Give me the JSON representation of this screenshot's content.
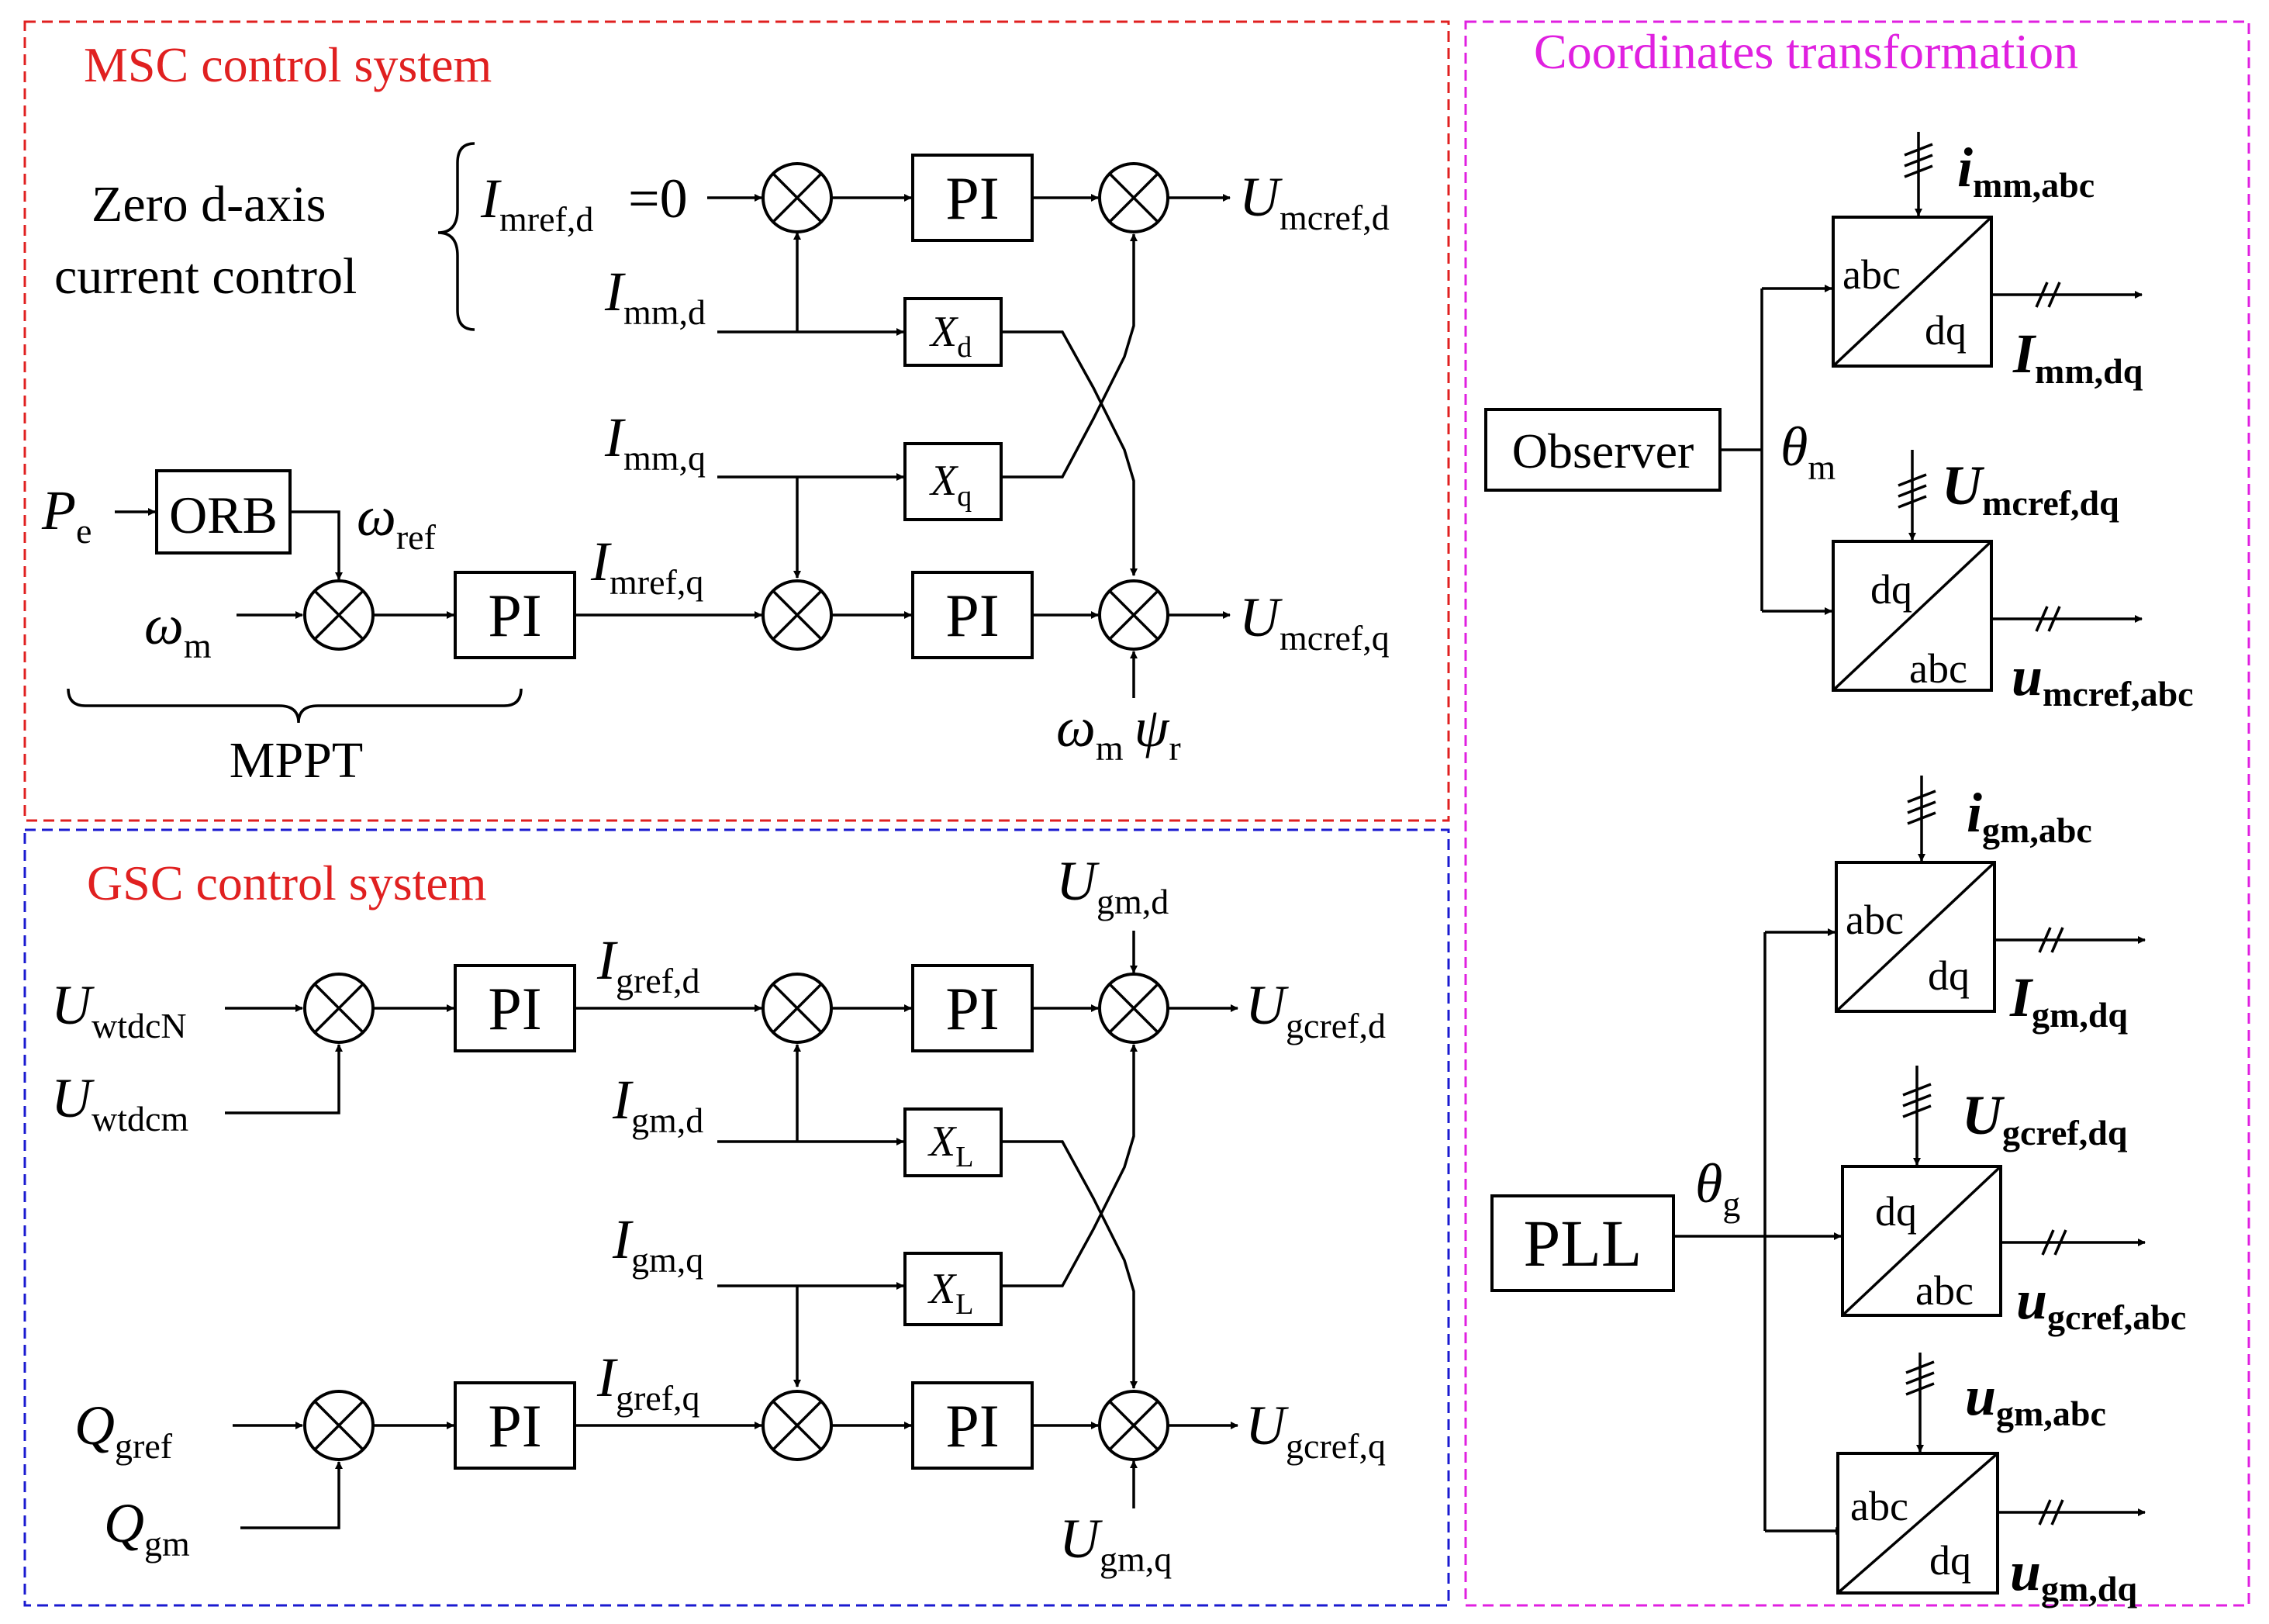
{
  "panels": {
    "msc_title": "MSC control system",
    "gsc_title": "GSC control system",
    "coord_title": "Coordinates transformation",
    "colors": {
      "msc": "#e02020",
      "gsc": "#1a1ad0",
      "coord": "#e020e0"
    }
  },
  "msc": {
    "zero_d_line1": "Zero d-axis",
    "zero_d_line2": "current control",
    "mppt": "MPPT",
    "orb": "ORB",
    "pi": "PI",
    "pe": "P",
    "pe_sub": "e",
    "wref": "ω",
    "wref_sub": "ref",
    "wm": "ω",
    "wm_sub": "m",
    "imref_d": "I",
    "imref_d_sub": "mref,d",
    "imref_d_eq": "=0",
    "imm_d": "I",
    "imm_d_sub": "mm,d",
    "imm_q": "I",
    "imm_q_sub": "mm,q",
    "imref_q": "I",
    "imref_q_sub": "mref,q",
    "xd": "X",
    "xd_sub": "d",
    "xq": "X",
    "xq_sub": "q",
    "umcref_d": "U",
    "umcref_d_sub": "mcref,d",
    "umcref_q": "U",
    "umcref_q_sub": "mcref,q",
    "wm_psi": "ω",
    "wm_psi_sub": "m",
    "psi": "ψ",
    "psi_sub": "r"
  },
  "gsc": {
    "pi": "PI",
    "uwtdcn": "U",
    "uwtdcn_sub": "wtdcN",
    "uwtdcm": "U",
    "uwtdcm_sub": "wtdcm",
    "igref_d": "I",
    "igref_d_sub": "gref,d",
    "igm_d": "I",
    "igm_d_sub": "gm,d",
    "igm_q": "I",
    "igm_q_sub": "gm,q",
    "xl": "X",
    "xl_sub": "L",
    "ugm_d": "U",
    "ugm_d_sub": "gm,d",
    "ugcref_d": "U",
    "ugcref_d_sub": "gcref,d",
    "qgref": "Q",
    "qgref_sub": "gref",
    "qgm": "Q",
    "qgm_sub": "gm",
    "igref_q": "I",
    "igref_q_sub": "gref,q",
    "ugcref_q": "U",
    "ugcref_q_sub": "gcref,q",
    "ugm_q": "U",
    "ugm_q_sub": "gm,q"
  },
  "coord": {
    "observer": "Observer",
    "pll": "PLL",
    "theta_m": "θ",
    "theta_m_sub": "m",
    "theta_g": "θ",
    "theta_g_sub": "g",
    "abc": "abc",
    "dq": "dq",
    "imm_abc": "i",
    "imm_abc_sub": "mm,abc",
    "imm_dq": "I",
    "imm_dq_sub": "mm,dq",
    "umcref_dq": "U",
    "umcref_dq_sub": "mcref,dq",
    "umcref_abc": "u",
    "umcref_abc_sub": "mcref,abc",
    "igm_abc": "i",
    "igm_abc_sub": "gm,abc",
    "igm_dq": "I",
    "igm_dq_sub": "gm,dq",
    "ugcref_dq": "U",
    "ugcref_dq_sub": "gcref,dq",
    "ugcref_abc": "u",
    "ugcref_abc_sub": "gcref,abc",
    "ugm_abc": "u",
    "ugm_abc_sub": "gm,abc",
    "ugm_dq": "u",
    "ugm_dq_sub": "gm,dq"
  }
}
